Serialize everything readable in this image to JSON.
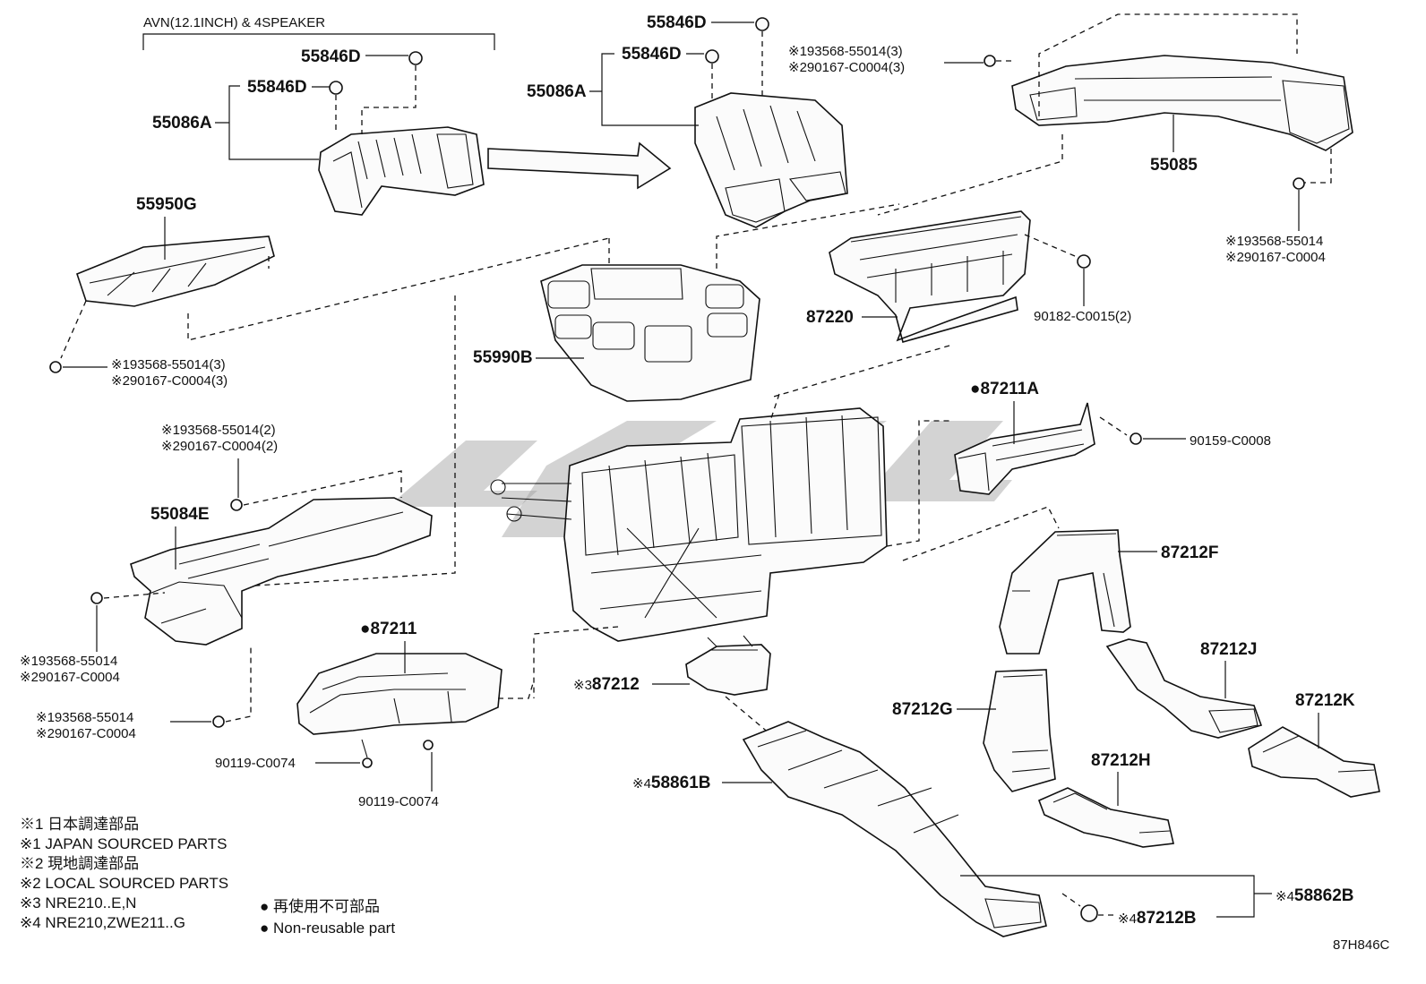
{
  "diagram_code": "87H846C",
  "bracket_note": "AVN(12.1INCH) & 4SPEAKER",
  "labels": {
    "p55846D_a": "55846D",
    "p55846D_b": "55846D",
    "p55846D_c": "55846D",
    "p55846D_d": "55846D",
    "p55086A_a": "55086A",
    "p55086A_b": "55086A",
    "p55950G": "55950G",
    "p55990B": "55990B",
    "p55085": "55085",
    "p87220": "87220",
    "p90182": "90182-C0015(2)",
    "p87211A": "87211A",
    "p90159": "90159-C0008",
    "p55084E": "55084E",
    "p87211": "87211",
    "p87212": "87212",
    "p87212F": "87212F",
    "p87212J": "87212J",
    "p87212K": "87212K",
    "p87212G": "87212G",
    "p87212H": "87212H",
    "p58861B": "58861B",
    "p58862B": "58862B",
    "p87212B": "87212B",
    "p90119_a": "90119-C0074",
    "p90119_b": "90119-C0074"
  },
  "prefix": {
    "m1": "※1",
    "m2": "※2",
    "m3": "※3",
    "m4": "※4",
    "dot": "●"
  },
  "fasteners": {
    "a1": "93568-55014(3)",
    "a2": "90167-C0004(3)",
    "b1": "93568-55014",
    "b2": "90167-C0004",
    "c1": "93568-55014(3)",
    "c2": "90167-C0004(3)",
    "d1": "93568-55014(2)",
    "d2": "90167-C0004(2)",
    "e1": "93568-55014",
    "e2": "90167-C0004",
    "f1": "93568-55014",
    "f2": "90167-C0004"
  },
  "legend": [
    "※1 日本調達部品",
    "※1 JAPAN SOURCED PARTS",
    "※2 現地調達部品",
    "※2 LOCAL SOURCED PARTS",
    "※3 NRE210..E,N",
    "※4 NRE210,ZWE211..G"
  ],
  "legend_dot": [
    "● 再使用不可部品",
    "● Non-reusable part"
  ]
}
